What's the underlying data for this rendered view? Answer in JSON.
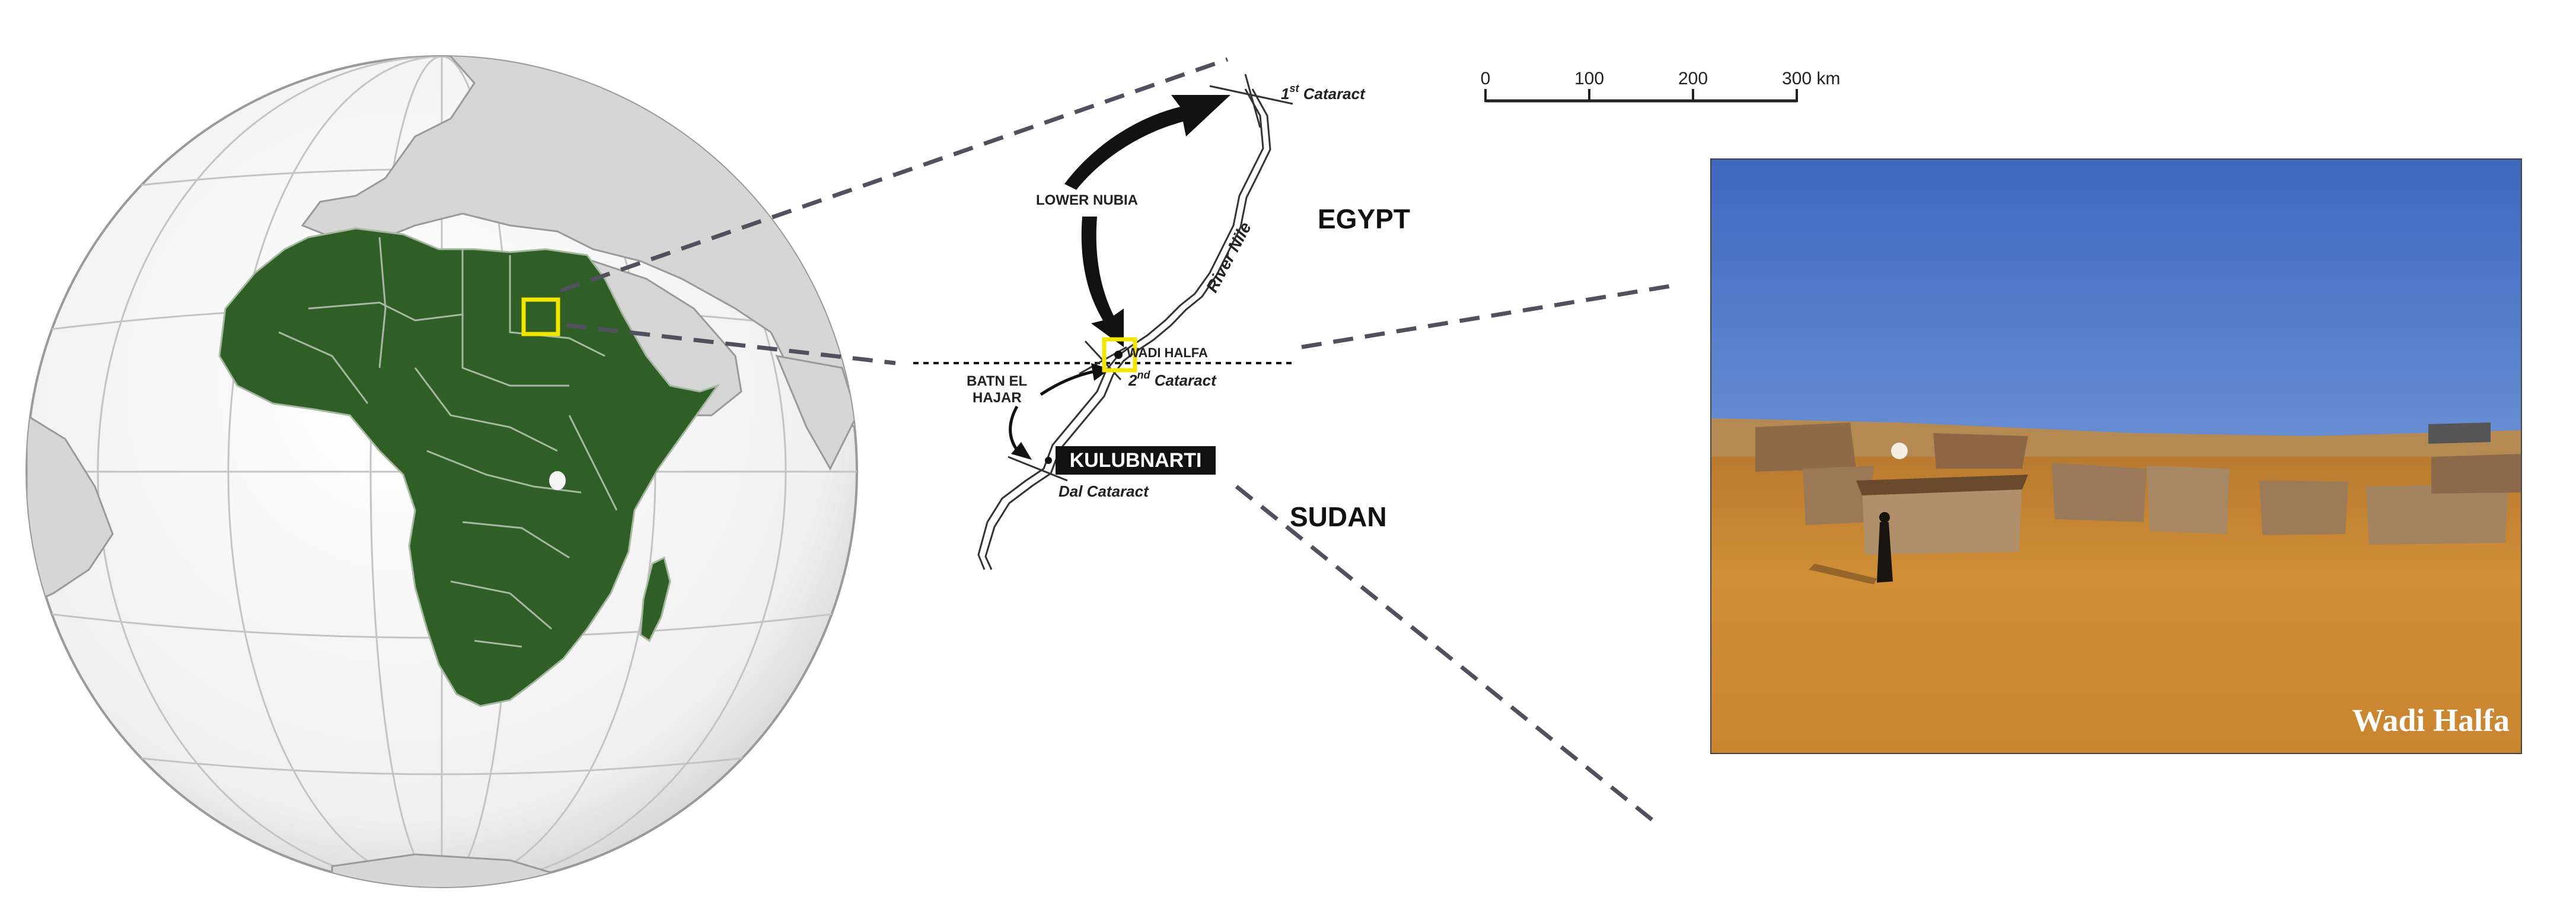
{
  "colors": {
    "africa": "#2f5e27",
    "land": "#d6d6d6",
    "ocean": "#f3f3f3",
    "highlight": "#f2e600",
    "dash": "#50505e",
    "sky": "#4f79c8",
    "sand": "#c98a33"
  },
  "scale_bar": {
    "ticks": [
      "0",
      "100",
      "200",
      "300 km"
    ]
  },
  "map": {
    "labels": {
      "first_cataract": "1st Cataract",
      "first_cataract_sup": "st",
      "lower_nubia": "LOWER NUBIA",
      "river_nile": "River Nile",
      "egypt": "EGYPT",
      "wadi_halfa": "WADI HALFA",
      "second_cataract": "2nd Cataract",
      "second_cataract_sup": "nd",
      "batn_el_hajar_line1": "BATN EL",
      "batn_el_hajar_line2": "HAJAR",
      "kulubnarti": "KULUBNARTI",
      "dal_cataract": "Dal Cataract",
      "sudan": "SUDAN"
    }
  },
  "photo": {
    "caption": "Wadi Halfa"
  }
}
